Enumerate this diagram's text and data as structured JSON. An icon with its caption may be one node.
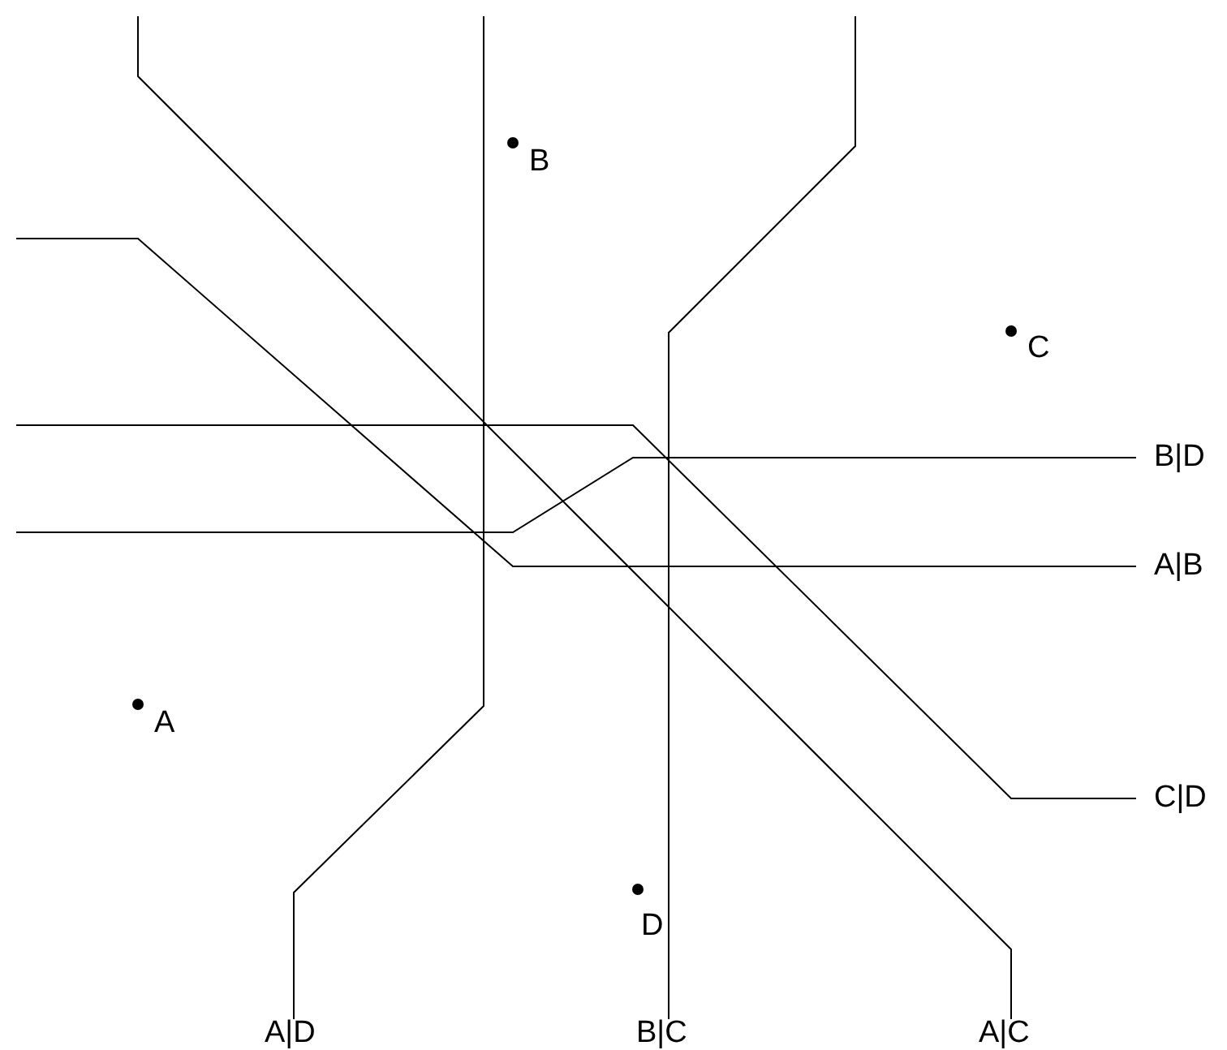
{
  "diagram": {
    "labels": [
      "B",
      "C",
      "B|D",
      "A|B",
      "A",
      "C|D",
      "D",
      "A|D",
      "B|C",
      "A|C"
    ]
  }
}
